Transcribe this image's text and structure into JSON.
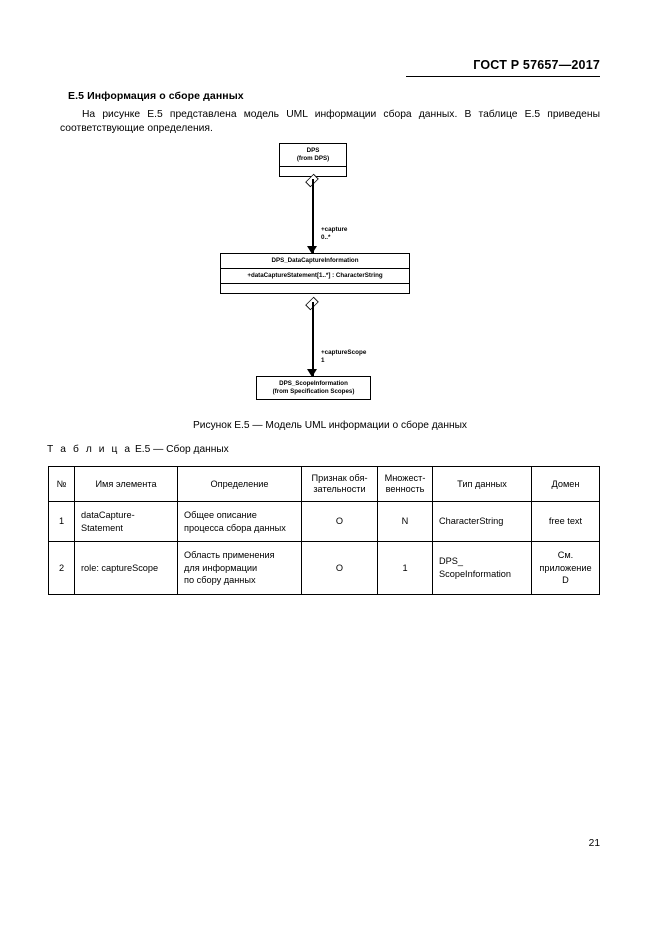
{
  "header": {
    "standard_title": "ГОСТ Р 57657—2017"
  },
  "section": {
    "title": "Е.5 Информация о сборе данных",
    "paragraph": "На рисунке Е.5 представлена модель UML информации сбора данных. В таблице Е.5 приведены соответствующие определения."
  },
  "diagram": {
    "caption": "Рисунок Е.5 — Модель UML информации о сборе данных",
    "classes": [
      {
        "name": "DPS",
        "stereotype": "(from DPS)",
        "attribute": ""
      },
      {
        "name": "DPS_DataCaptureInformation",
        "stereotype": "",
        "attribute": "+dataCaptureStatement[1..*] : CharacterString"
      },
      {
        "name": "DPS_ScopeInformation",
        "stereotype": "(from Specification Scopes)",
        "attribute": ""
      }
    ],
    "associations": [
      {
        "role": "+capture",
        "multiplicity": "0..*"
      },
      {
        "role": "+captureScope",
        "multiplicity": "1"
      }
    ]
  },
  "table": {
    "caption_label": "Т а б л и ц а",
    "caption_text": "Е.5 — Сбор данных",
    "headers": [
      "№",
      "Имя элемента",
      "Определение",
      "Признак обя-\nзательности",
      "Множест-\nвенность",
      "Тип данных",
      "Домен"
    ],
    "rows": [
      {
        "num": "1",
        "name": "dataCapture-\nStatement",
        "definition": "Общее описание\nпроцесса сбора данных",
        "obligation": "О",
        "multiplicity": "N",
        "datatype": "CharacterString",
        "domain": "free text"
      },
      {
        "num": "2",
        "name": "role: captureScope",
        "definition": "Область применения\nдля информации\nпо сбору данных",
        "obligation": "О",
        "multiplicity": "1",
        "datatype": "DPS_\nScopeInformation",
        "domain": "См.\nприложение\nD"
      }
    ]
  },
  "footer": {
    "page_number": "21"
  }
}
